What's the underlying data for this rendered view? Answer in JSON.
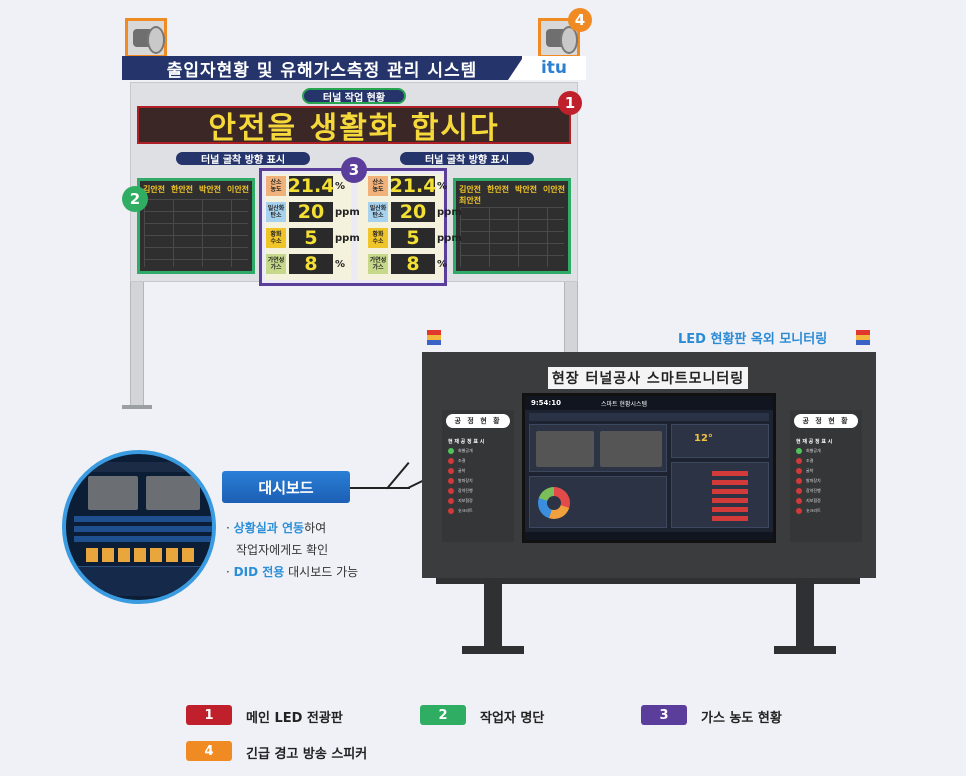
{
  "board": {
    "system_title": "출입자현황 및 유해가스측정 관리 시스템",
    "logo": "itu",
    "tunnel_status_label": "터널 작업 현황",
    "led_message": "안전을 생활화 합시다",
    "excavation_label_left": "터널 굴착 방향 표시",
    "excavation_label_right": "터널 굴착 방향 표시",
    "workers_left_headers": [
      "김안전",
      "한안전",
      "박안전",
      "이안전"
    ],
    "workers_right_headers": [
      "김안전\n최안전",
      "한안전",
      "박안전",
      "이안전"
    ],
    "gas": [
      {
        "label": "산소\n농도",
        "value": "21.4",
        "unit": "%",
        "color": "#f0b27a"
      },
      {
        "label": "일산화\n탄소",
        "value": "20",
        "unit": "ppm",
        "color": "#a6d2ee"
      },
      {
        "label": "황화\n수소",
        "value": "5",
        "unit": "ppm",
        "color": "#f0c52a"
      },
      {
        "label": "가연성\n가스",
        "value": "8",
        "unit": "%",
        "color": "#c6d98a"
      }
    ],
    "badges": [
      "1",
      "2",
      "3",
      "4"
    ]
  },
  "callout": {
    "button_label": "대시보드",
    "line1_hl": "상황실과 연동",
    "line1_rest": "하여",
    "line2": "작업자에게도 확인",
    "line3_hl": "DID 전용",
    "line3_rest": " 대시보드 가능",
    "bullet": "·"
  },
  "monitor": {
    "caption": "LED 현황판 옥외 모니터링",
    "title": "현장 터널공사 스마트모니터링",
    "side_title": "공 정 현 황",
    "side_sub": "현 재 공 정 표 시",
    "side_items": [
      "회별공개",
      "조결",
      "굴착",
      "발파장치",
      "장약진행",
      "지보협정",
      "숏크리트"
    ],
    "screen_time": "9:54:10",
    "screen_header": "스마트 현황시스템",
    "screen_temp": "12°"
  },
  "legend": [
    {
      "num": "1",
      "label": "메인 LED 전광판",
      "color": "#c0202b"
    },
    {
      "num": "2",
      "label": "작업자 명단",
      "color": "#2fae63"
    },
    {
      "num": "3",
      "label": "가스 농도 현황",
      "color": "#5b3e9c"
    },
    {
      "num": "4",
      "label": "긴급 경고 방송 스피커",
      "color": "#f08b24"
    }
  ]
}
